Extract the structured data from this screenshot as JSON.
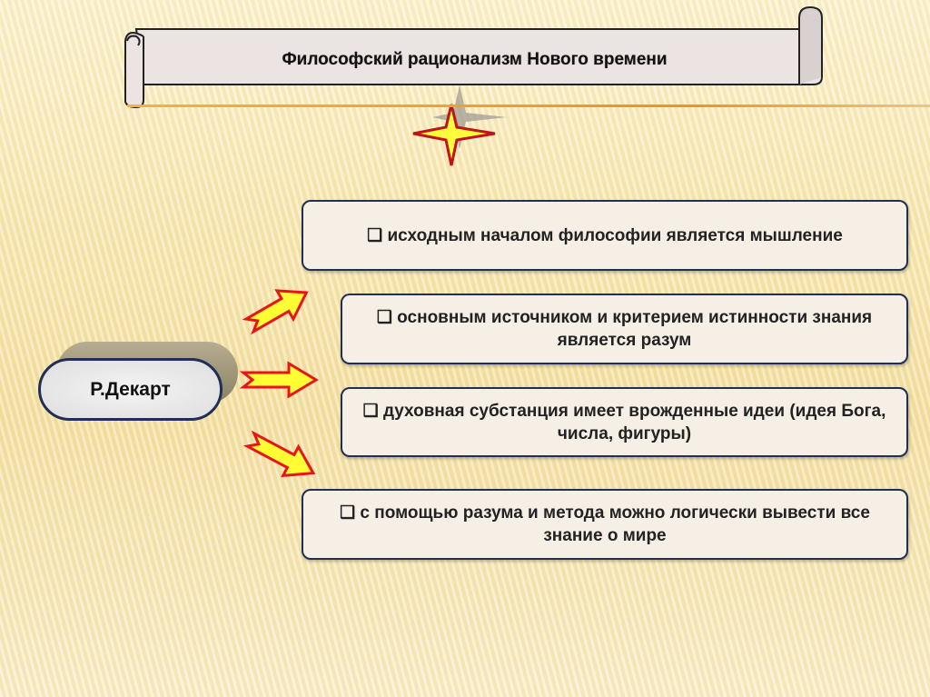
{
  "title": "Философский рационализм Нового времени",
  "person": "Р.Декарт",
  "bullet": "❑",
  "statements": [
    "исходным началом философии  является мышление",
    "основным источником и критерием истинности знания является разум",
    "духовная субстанция имеет врожденные идеи (идея Бога, числа, фигуры)",
    "с помощью разума и метода можно логически вывести все знание о мире"
  ],
  "colors": {
    "border": "#1f2f55",
    "arrow_fill": "#ffff33",
    "arrow_stroke": "#e8141a",
    "accent_line": "#e9952b"
  }
}
